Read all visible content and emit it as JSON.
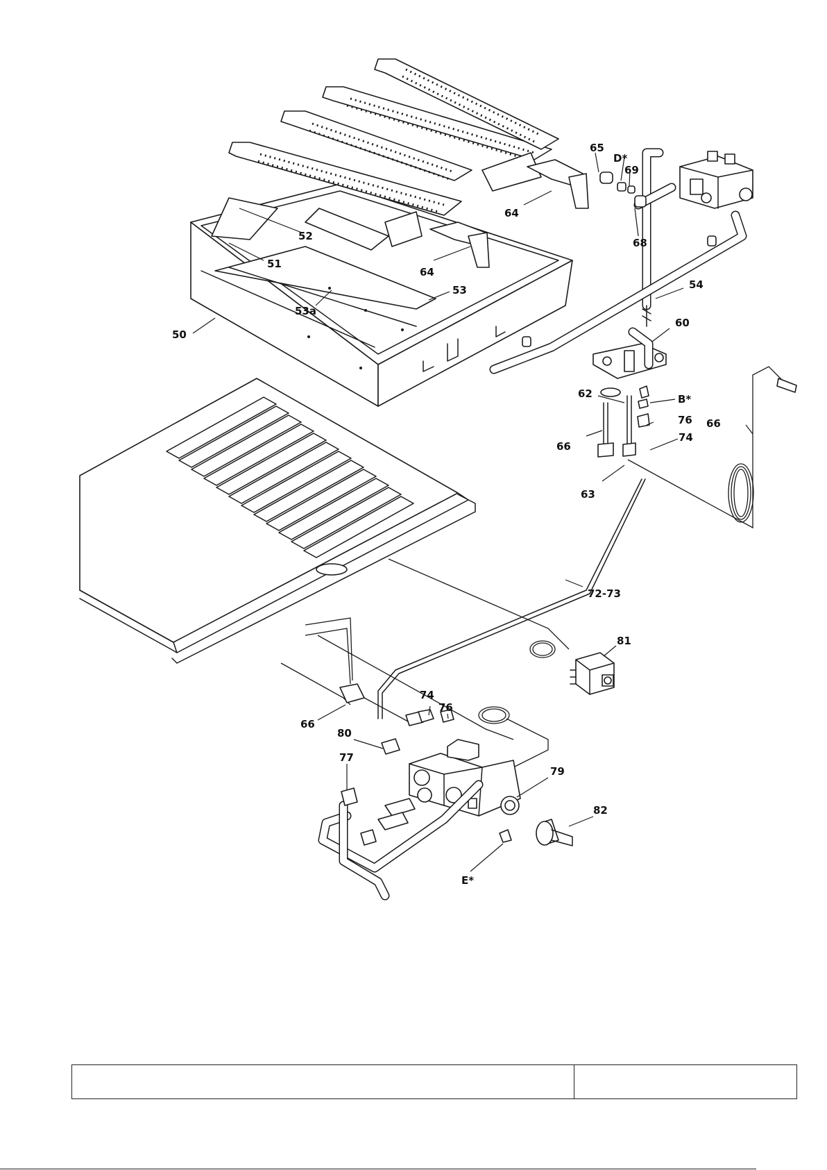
{
  "labels": {
    "l50": "50",
    "l51": "51",
    "l52": "52",
    "l53": "53",
    "l53a": "53a",
    "l54": "54",
    "l60": "60",
    "l62": "62",
    "l63": "63",
    "l64a": "64",
    "l64b": "64",
    "l65": "65",
    "l66a": "66",
    "l66b": "66",
    "l66c": "66",
    "l68": "68",
    "l69": "69",
    "l72": "72-73",
    "l74a": "74",
    "l74b": "74",
    "l76a": "76",
    "l76b": "76",
    "l77": "77",
    "l79": "79",
    "l80": "80",
    "l81": "81",
    "l82": "82",
    "lB": "B*",
    "lD": "D*",
    "lE": "E*"
  },
  "icons": {
    "burner_tray": "burner-tray-drawing",
    "burner_tubes": "burner-tube-drawing",
    "gas_valve": "gas-valve-drawing",
    "pilot_burner": "pilot-burner-drawing",
    "thermostat": "thermostat-drawing",
    "knob": "control-knob-drawing"
  }
}
